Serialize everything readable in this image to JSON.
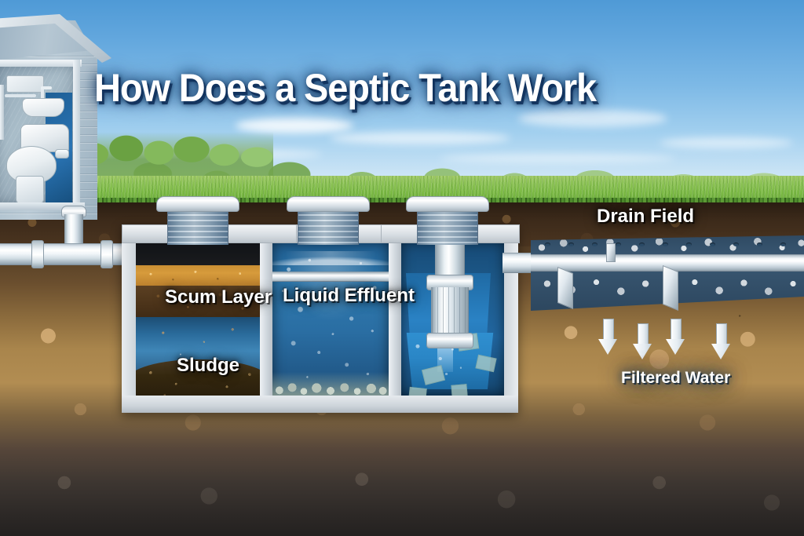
{
  "title": "How Does a Septic Tank Work",
  "labels": {
    "scum_layer": "Scum Layer",
    "sludge": "Sludge",
    "liquid_effluent": "Liquid Effluent",
    "drain_field": "Drain Field",
    "filtered_water": "Filtered Water"
  },
  "colors": {
    "sky_top": "#4f9ad6",
    "sky_horizon": "#dceef9",
    "grass": "#8cc255",
    "topsoil": "#3c2a1a",
    "subsoil_sand": "#b28d52",
    "deep_soil": "#2c2826",
    "concrete": "#d6dbe0",
    "pipe_white": "#ffffff",
    "water_blue": "#2f79ae",
    "scum_orange": "#d79b3c",
    "sludge_brown": "#35280f",
    "gravel_gray": "#cfd6dc",
    "label_text": "#ffffff",
    "title_shadow": "#123460"
  },
  "scene": {
    "house": {
      "name": "cutaway house with bathroom",
      "fixtures": [
        "toilet",
        "sink",
        "mirror",
        "vent-stack"
      ]
    },
    "tank": {
      "name": "three-chamber concrete septic tank",
      "chambers": [
        {
          "index": 1,
          "contents": [
            "scum layer",
            "effluent",
            "sludge"
          ]
        },
        {
          "index": 2,
          "contents": [
            "liquid effluent",
            "settled solids"
          ]
        },
        {
          "index": 3,
          "contents": [
            "clarified effluent",
            "effluent filter"
          ]
        }
      ],
      "access_risers": 3
    },
    "drain_field": {
      "name": "gravel drain field with perforated laterals",
      "laterals": 3,
      "seepage_arrows": 4
    }
  }
}
